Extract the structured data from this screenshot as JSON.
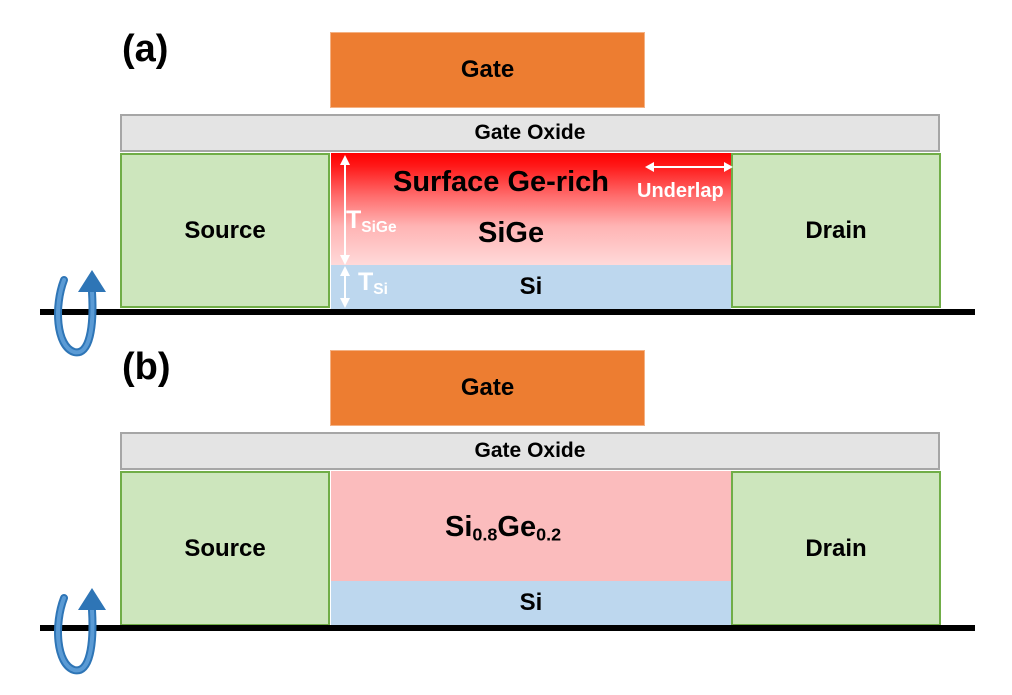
{
  "panel_a": {
    "letter": "(a)",
    "gate": "Gate",
    "gate_oxide": "Gate Oxide",
    "source": "Source",
    "drain": "Drain",
    "surface_layer": "Surface Ge-rich",
    "channel": "SiGe",
    "substrate": "Si",
    "underlap": "Underlap",
    "tsige": {
      "main": "T",
      "sub": "SiGe"
    },
    "tsi": {
      "main": "T",
      "sub": "Si"
    }
  },
  "panel_b": {
    "letter": "(b)",
    "gate": "Gate",
    "gate_oxide": "Gate Oxide",
    "source": "Source",
    "drain": "Drain",
    "channel": {
      "si": "Si",
      "si_sub": "0.8",
      "ge": "Ge",
      "ge_sub": "0.2"
    },
    "substrate": "Si"
  },
  "colors": {
    "gate": "#ed7d31",
    "oxide": "#e4e4e4",
    "source_drain": "#cde6bd",
    "source_drain_border": "#70ad47",
    "si": "#bdd7ee",
    "sige_uniform": "#fbbcbd",
    "ge_rich": "#ff0000",
    "rotation_arrow": "#2e75b6"
  }
}
